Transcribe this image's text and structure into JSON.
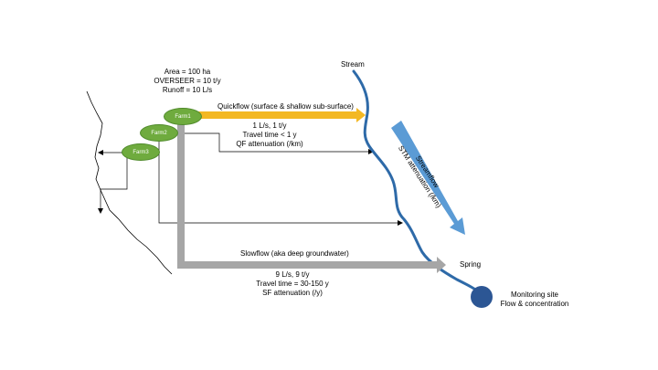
{
  "farms": [
    {
      "label": "Farm1"
    },
    {
      "label": "Farm2"
    },
    {
      "label": "Farm3"
    }
  ],
  "farm_info": {
    "area": "Area = 100 ha",
    "overseer": "OVERSEER = 10 t/y",
    "runoff": "Runoff = 10 L/s"
  },
  "quickflow": {
    "title": "Quickflow (surface & shallow sub-surface)",
    "rate": "1 L/s, 1 t/y",
    "travel": "Travel time < 1 y",
    "attenuation": "QF attenuation (/km)"
  },
  "slowflow": {
    "title": "Slowflow (aka deep groundwater)",
    "rate": "9 L/s, 9 t/y",
    "travel": "Travel time = 30-150 y",
    "attenuation": "SF attenuation (/y)"
  },
  "stream": {
    "label": "Stream"
  },
  "streamflow": {
    "title": "Streamflow",
    "attenuation": "STM attenuation (/km)"
  },
  "spring": {
    "label": "Spring"
  },
  "monitoring": {
    "line1": "Monitoring site",
    "line2": "Flow & concentration"
  },
  "colors": {
    "farm_green": "#6fab3e",
    "quickflow_arrow": "#f3b823",
    "slowflow_arrow": "#a6a6a6",
    "streamflow_arrow": "#5b9bd5",
    "stream_line": "#2e6aa8",
    "monitoring_site": "#2c5694"
  }
}
